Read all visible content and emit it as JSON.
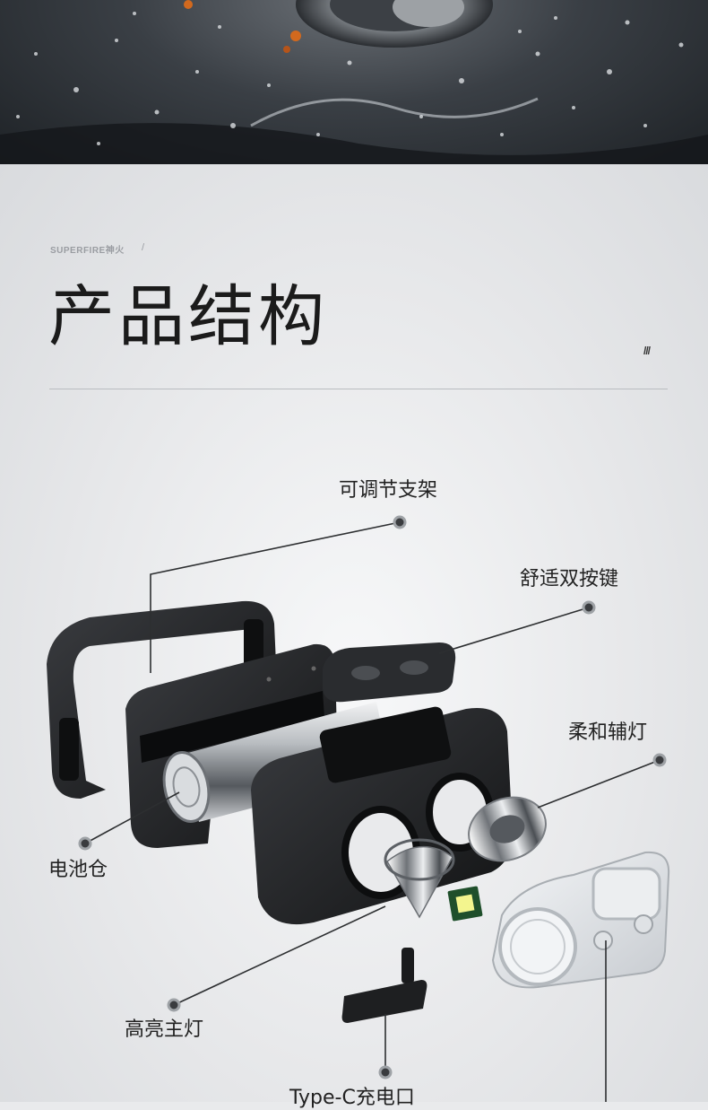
{
  "header": {
    "brand": "SUPERFIRE神火",
    "brand_slash": "/",
    "title": "产品结构",
    "decoration": "///"
  },
  "parts": [
    {
      "label": "可调节支架"
    },
    {
      "label": "舒适双按键"
    },
    {
      "label": "柔和辅灯"
    },
    {
      "label": "电池仓"
    },
    {
      "label": "高亮主灯"
    },
    {
      "label": "Type-C充电口"
    }
  ],
  "colors": {
    "background": "#e9eaec",
    "title": "#1b1b1b",
    "leader": "#333333",
    "plastic": "#1c1d1f"
  }
}
